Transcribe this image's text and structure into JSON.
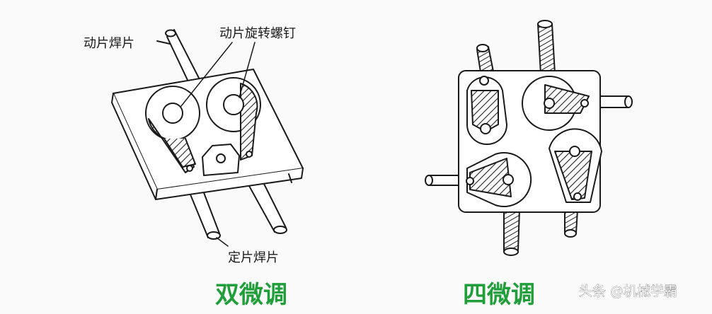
{
  "left_diagram": {
    "label_moving_tab": "动片焊片",
    "label_rotating_screw": "动片旋转螺钉",
    "label_fixed_tab": "定片焊片",
    "caption": "双微调"
  },
  "right_diagram": {
    "caption": "四微调"
  },
  "watermark": "头条 @机械学霸",
  "colors": {
    "caption": "#1f9e3a",
    "line": "#1a1a1a",
    "background": "#fafafa"
  }
}
